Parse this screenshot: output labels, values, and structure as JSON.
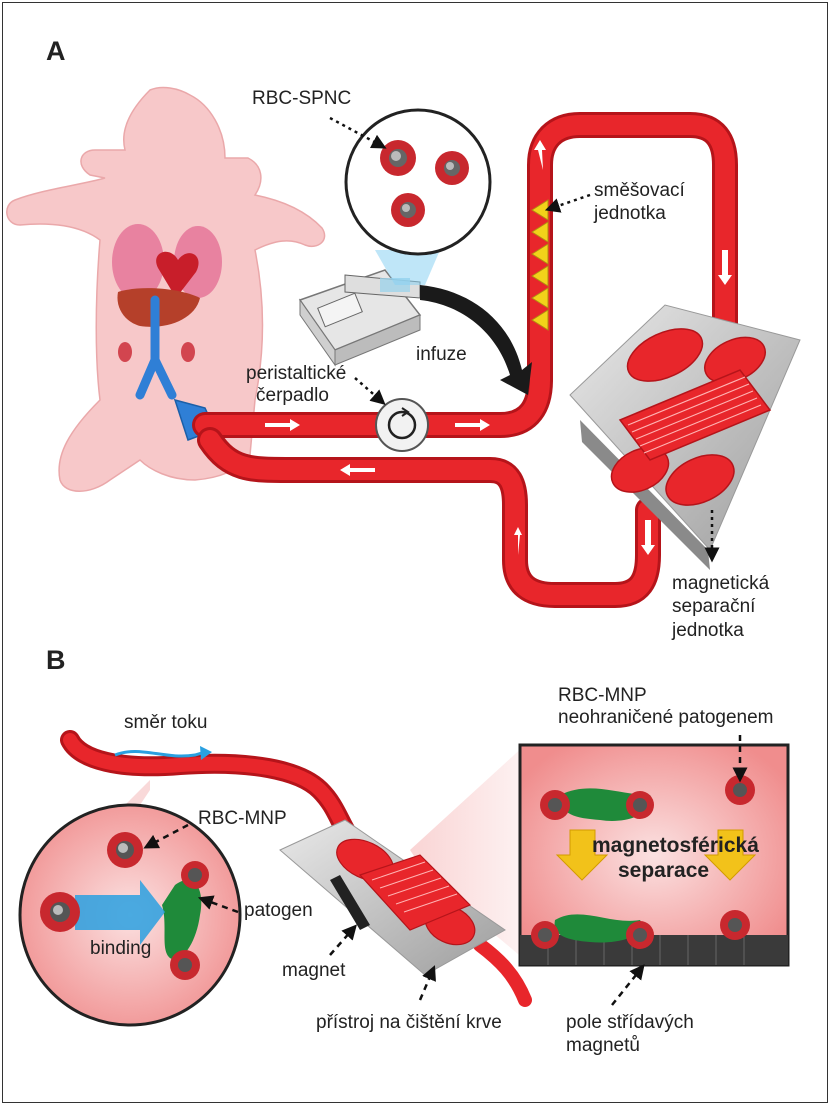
{
  "panels": {
    "a": "A",
    "b": "B"
  },
  "panel_a": {
    "rbc_spnc": "RBC-SPNC",
    "mixing_unit_line1": "směšovací",
    "mixing_unit_line2": "jednotka",
    "infusion": "infuze",
    "pump_line1": "peristaltické",
    "pump_line2": "čerpadlo",
    "separation_line1": "magnetická",
    "separation_line2": "separační",
    "separation_line3": "jednotka"
  },
  "panel_b": {
    "flow_direction": "směr toku",
    "rbc_mnp_callout": "RBC-MNP",
    "rbc_mnp_unbound_line1": "RBC-MNP",
    "rbc_mnp_unbound_line2": "neohraničené patogenem",
    "pathogen": "patogen",
    "binding": "binding",
    "magnet": "magnet",
    "device": "přístroj na čištění krve",
    "separation_line1": "magnetosférická",
    "separation_line2": "separace",
    "magnet_array_line1": "pole střídavých",
    "magnet_array_line2": "magnetů"
  },
  "colors": {
    "tube": "#e8262b",
    "tube_dark": "#b5141a",
    "pig": "#f7c8c9",
    "vein": "#2f7fd6",
    "particle": "#c8282e",
    "pathogen": "#1f8a3a",
    "arrow_yellow": "#f2c21a",
    "arrow_blue": "#2aa0e0"
  }
}
